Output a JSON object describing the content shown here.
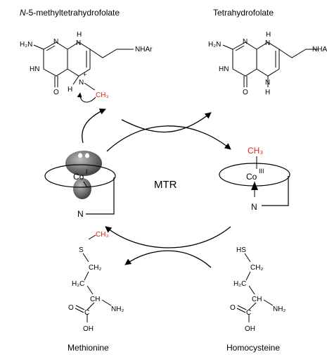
{
  "titles": {
    "top_left_prefix": "N",
    "top_left_rest": "-5-methyltetrahydrofolate",
    "top_right": "Tetrahydrofolate",
    "bottom_left": "Methionine",
    "bottom_right": "Homocysteine"
  },
  "center": {
    "label": "MTR"
  },
  "cobalt": {
    "left_symbol": "Co",
    "left_state": "I",
    "right_symbol": "Co",
    "right_state": "III",
    "left_n": "N",
    "right_n": "N"
  },
  "folate_methyl": {
    "h2n": "H₂N",
    "n_a": "N",
    "hn": "HN",
    "o": "O",
    "nh_top": "H",
    "n_top": "N",
    "n5": "N",
    "plus": "+",
    "h": "H",
    "ch3": "CH₃",
    "nhar": "NHAr"
  },
  "folate_thf": {
    "h2n": "H₂N",
    "n_a": "N",
    "hn": "HN",
    "o": "O",
    "nh_top": "H",
    "n_top": "N",
    "n5": "N",
    "h5": "H",
    "nhar": "NHA"
  },
  "methyl_cobalamin": {
    "ch3": "CH₃"
  },
  "methionine": {
    "s": "S",
    "ch3": "CH₃",
    "ch2_a": "CH₂",
    "h2c": "H₂C",
    "ch": "CH",
    "nh2": "NH₂",
    "o": "O",
    "c": "C",
    "oh": "OH"
  },
  "homocysteine": {
    "hs": "HS",
    "ch2_a": "CH₂",
    "h2c": "H₂C",
    "ch": "CH",
    "nh2": "NH₂",
    "o": "O",
    "c": "C",
    "oh": "OH"
  },
  "colors": {
    "methyl": "#e8211b",
    "ink": "#000000"
  }
}
